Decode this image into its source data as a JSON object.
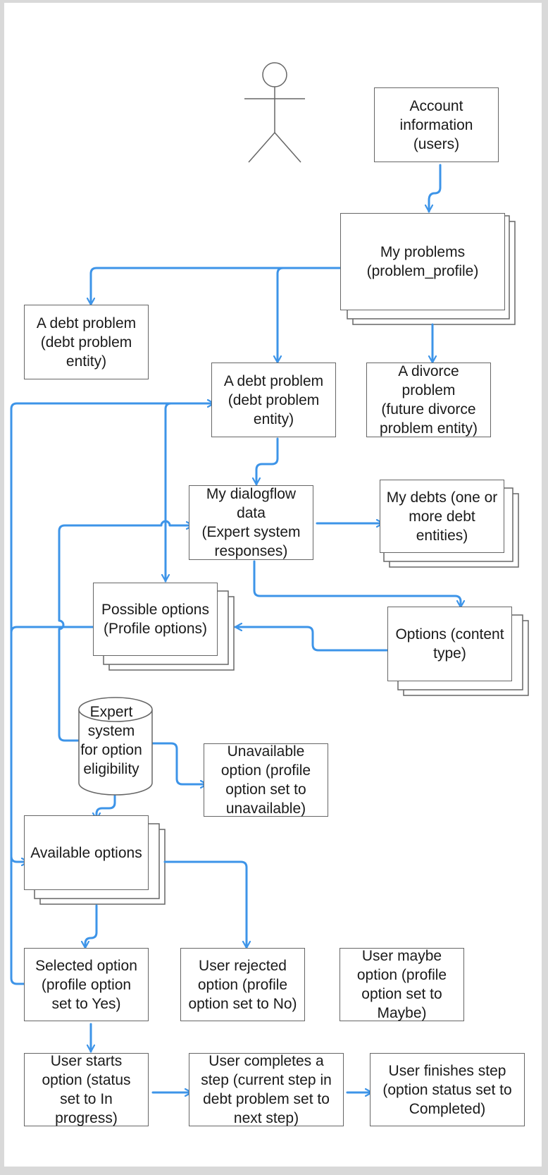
{
  "nodes": {
    "account": "Account\ninformation\n(users)",
    "myproblems": "My problems\n(problem_profile)",
    "debt1": "A debt problem\n(debt problem\nentity)",
    "debt2": "A debt problem\n(debt problem\nentity)",
    "divorce": "A divorce\nproblem\n(future divorce\nproblem entity)",
    "dialogflow": "My dialogflow\ndata\n(Expert system\nresponses)",
    "mydebts": "My debts (one or\nmore debt\nentities)",
    "possible": "Possible options\n(Profile options)",
    "options": "Options (content\ntype)",
    "expert": "Expert\nsystem\nfor option\neligibility",
    "unavailable": "Unavailable\noption (profile\noption set to\nunavailable)",
    "available": "Available options",
    "selected": "Selected option\n(profile option\nset to Yes)",
    "rejected": "User rejected\noption (profile\noption set to No)",
    "maybe": "User maybe\noption (profile\noption set to\nMaybe)",
    "starts": "User starts\noption (status\nset to In\nprogress)",
    "completes": "User completes a\nstep (current step in\ndebt problem set to\nnext step)",
    "finishes": "User finishes step\n(option status set to\nCompleted)"
  },
  "colors": {
    "link": "#3d94e8",
    "border": "#666666"
  },
  "icons": {
    "actor": "stick-figure-actor-icon"
  }
}
